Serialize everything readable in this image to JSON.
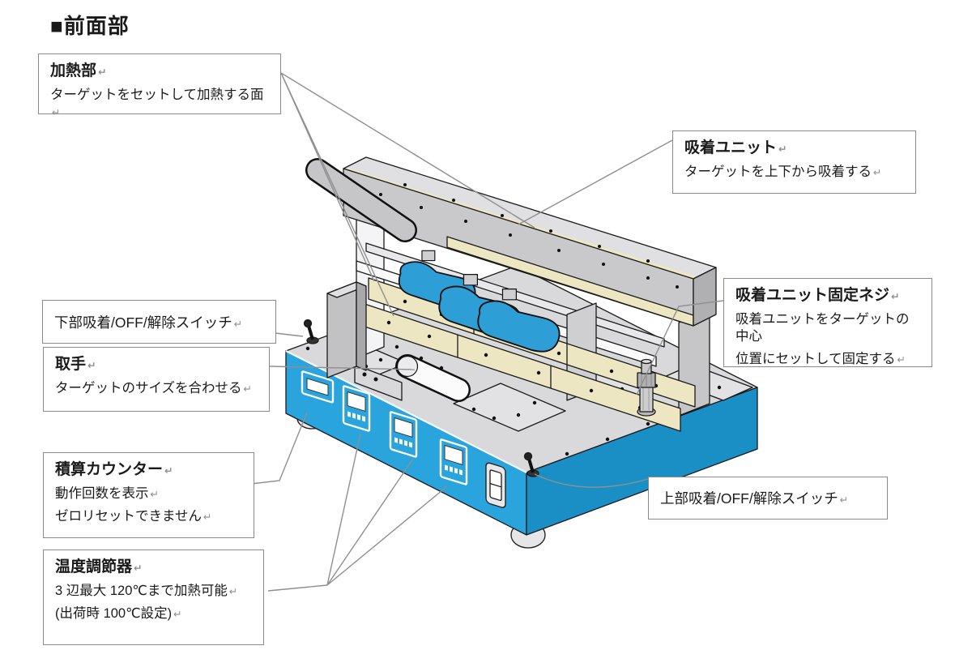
{
  "page": {
    "title": "■前面部"
  },
  "marks": {
    "return": "↵"
  },
  "colors": {
    "base_blue": "#2aa4dd",
    "base_blue_dark": "#1a8fc6",
    "pad_blue": "#2e9fd6",
    "heater_cream": "#ece6c3",
    "leader_gray": "#8f8f8f",
    "box_border": "#8a8a8a"
  },
  "callouts": {
    "heating": {
      "title": "加熱部",
      "line1": "ターゲットをセットして加熱する面"
    },
    "suction_unit": {
      "title": "吸着ユニット",
      "line1": "ターゲットを上下から吸着する"
    },
    "fixing_screw": {
      "title": "吸着ユニット固定ネジ",
      "line1": "吸着ユニットをターゲットの中心",
      "line2": "位置にセットして固定する"
    },
    "lower_switch": {
      "label": "下部吸着/OFF/解除スイッチ"
    },
    "handle": {
      "title": "取手",
      "line1": "ターゲットのサイズを合わせる"
    },
    "counter": {
      "title": "積算カウンター",
      "line1": "動作回数を表示",
      "line2": "ゼロリセットできません"
    },
    "temperature": {
      "title": "温度調節器",
      "line1": "3 辺最大 120℃まで加熱可能",
      "line2": "(出荷時 100℃設定)"
    },
    "upper_switch": {
      "label": "上部吸着/OFF/解除スイッチ"
    }
  }
}
